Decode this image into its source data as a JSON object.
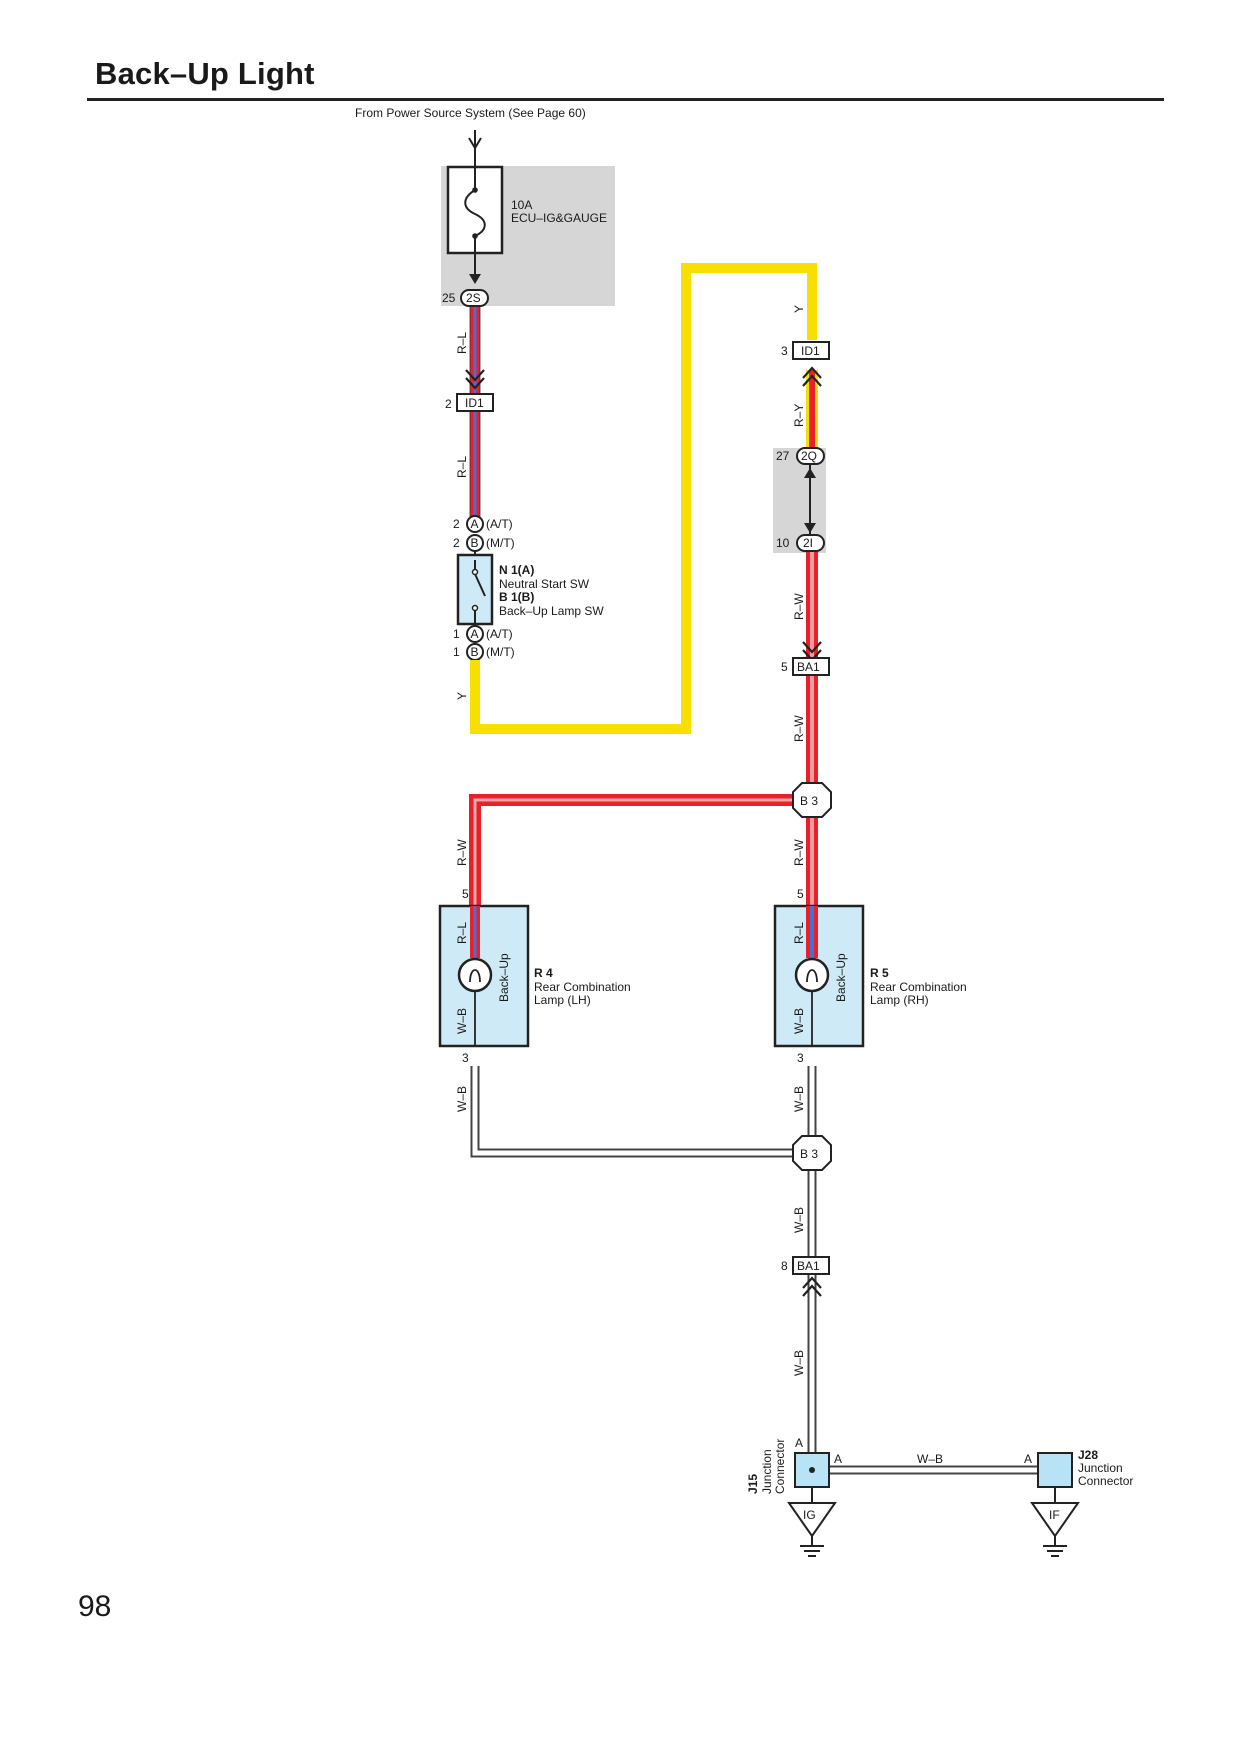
{
  "title": "Back–Up Light",
  "page_number": "98",
  "source_note": "From Power Source System (See Page 60)",
  "colors": {
    "yellow": "#f7df00",
    "red": "#e8202a",
    "blue": "#4a6fd0",
    "gray_box": "#d6d6d6",
    "lamp_box": "#cfeaf7",
    "junction_box": "#b8e2f5",
    "wire_white": "#ffffff",
    "outline": "#222222"
  },
  "fuse": {
    "rating": "10A",
    "name": "ECU–IG&GAUGE"
  },
  "connectors": {
    "c_2S": {
      "pin": "25",
      "label": "2S"
    },
    "c_ID1_left": {
      "pin": "2",
      "label": "ID1"
    },
    "c_ID1_right": {
      "pin": "3",
      "label": "ID1"
    },
    "c_2Q": {
      "pin": "27",
      "label": "2Q"
    },
    "c_2I": {
      "pin": "10",
      "label": "2I"
    },
    "c_BA1_top": {
      "pin": "5",
      "label": "BA1"
    },
    "c_BA1_bottom": {
      "pin": "8",
      "label": "BA1"
    },
    "b3_top": {
      "label": "B 3"
    },
    "b3_bottom": {
      "label": "B 3"
    }
  },
  "switch": {
    "pin_top_a": "2",
    "a_letter": "A",
    "a_variant": "(A/T)",
    "pin_top_b": "2",
    "b_letter": "B",
    "b_variant": "(M/T)",
    "pin_bot_a": "1",
    "pin_bot_b": "1",
    "id_a": "N 1(A)",
    "name_a": "Neutral Start SW",
    "id_b": "B 1(B)",
    "name_b": "Back–Up Lamp SW"
  },
  "wire_labels": {
    "rl_1": "R–L",
    "rl_2": "R–L",
    "y_left": "Y",
    "y_right": "Y",
    "ry": "R–Y",
    "rw_1": "R–W",
    "rw_2": "R–W",
    "rw_left": "R–W",
    "rw_right": "R–W",
    "wb_left": "W–B",
    "wb_right": "W–B",
    "wb_3": "W–B",
    "wb_4": "W–B",
    "wb_horiz": "W–B"
  },
  "lamp_lh": {
    "pin_top": "5",
    "pin_bot": "3",
    "inner_top": "R–L",
    "inner_bot": "W–B",
    "bulb": "Back–Up",
    "id": "R 4",
    "name_line1": "Rear Combination",
    "name_line2": "Lamp (LH)"
  },
  "lamp_rh": {
    "pin_top": "5",
    "pin_bot": "3",
    "inner_top": "R–L",
    "inner_bot": "W–B",
    "bulb": "Back–Up",
    "id": "R 5",
    "name_line1": "Rear Combination",
    "name_line2": "Lamp (RH)"
  },
  "j15": {
    "id": "J15",
    "name_line1": "Junction",
    "name_line2": "Connector",
    "pin_a_top": "A",
    "pin_a_right": "A",
    "ground": "IG"
  },
  "j28": {
    "id": "J28",
    "name_line1": "Junction",
    "name_line2": "Connector",
    "pin_a": "A",
    "ground": "IF"
  }
}
